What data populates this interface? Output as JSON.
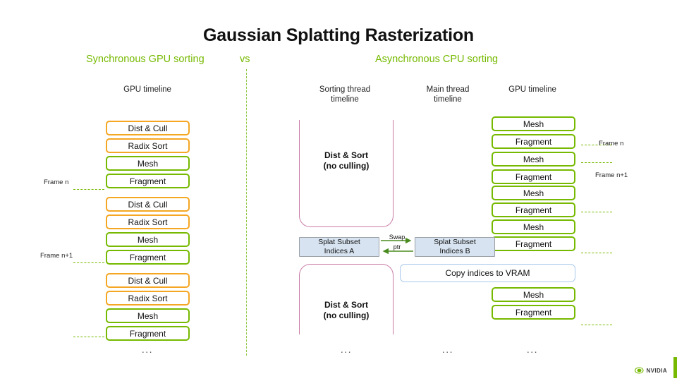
{
  "title": "Gaussian Splatting Rasterization",
  "subtitles": {
    "left": "Synchronous GPU sorting",
    "vs": "vs",
    "right": "Asynchronous CPU sorting"
  },
  "column_headers": {
    "left_gpu": "GPU timeline",
    "sorting_thread": "Sorting thread\ntimeline",
    "main_thread": "Main thread\ntimeline",
    "right_gpu": "GPU timeline"
  },
  "left_timeline": {
    "boxes": [
      {
        "label": "Dist & Cull",
        "color": "orange"
      },
      {
        "label": "Radix Sort",
        "color": "orange"
      },
      {
        "label": "Mesh",
        "color": "green"
      },
      {
        "label": "Fragment",
        "color": "green"
      },
      {
        "label": "Dist & Cull",
        "color": "orange"
      },
      {
        "label": "Radix Sort",
        "color": "orange"
      },
      {
        "label": "Mesh",
        "color": "green"
      },
      {
        "label": "Fragment",
        "color": "green"
      },
      {
        "label": "Dist & Cull",
        "color": "orange"
      },
      {
        "label": "Radix Sort",
        "color": "orange"
      },
      {
        "label": "Mesh",
        "color": "green"
      },
      {
        "label": "Fragment",
        "color": "green"
      }
    ],
    "frame_labels": [
      "Frame n",
      "Frame n+1"
    ],
    "ellipsis": "..."
  },
  "sorting_thread": {
    "blocks": [
      {
        "label": "Dist & Sort\n(no culling)"
      },
      {
        "label": "Dist & Sort\n(no culling)"
      }
    ],
    "splat_buffer_a": "Splat Subset\nIndices A",
    "ellipsis": "..."
  },
  "main_thread": {
    "splat_buffer_b": "Splat Subset\nIndices B",
    "copy_indices": "Copy indices to VRAM",
    "swap_top": "Swap",
    "swap_bottom": "ptr",
    "ellipsis": "..."
  },
  "right_timeline": {
    "boxes": [
      {
        "label": "Mesh",
        "color": "green"
      },
      {
        "label": "Fragment",
        "color": "green"
      },
      {
        "label": "Mesh",
        "color": "green"
      },
      {
        "label": "Fragment",
        "color": "green"
      },
      {
        "label": "Mesh",
        "color": "green"
      },
      {
        "label": "Fragment",
        "color": "green"
      },
      {
        "label": "Mesh",
        "color": "green"
      },
      {
        "label": "Fragment",
        "color": "green"
      },
      {
        "label": "Mesh",
        "color": "green"
      },
      {
        "label": "Fragment",
        "color": "green"
      }
    ],
    "frame_labels": [
      "Frame n",
      "Frame n+1"
    ],
    "ellipsis": "..."
  },
  "logo": {
    "text": "NVIDIA",
    "eye_icon": "nvidia-eye-icon"
  },
  "colors": {
    "brand_green": "#76b900",
    "stage_orange": "#f5a623",
    "sort_pink": "#c97ba5",
    "buffer_fill": "#d7e3f0",
    "copy_blue": "#a8c8ec"
  }
}
